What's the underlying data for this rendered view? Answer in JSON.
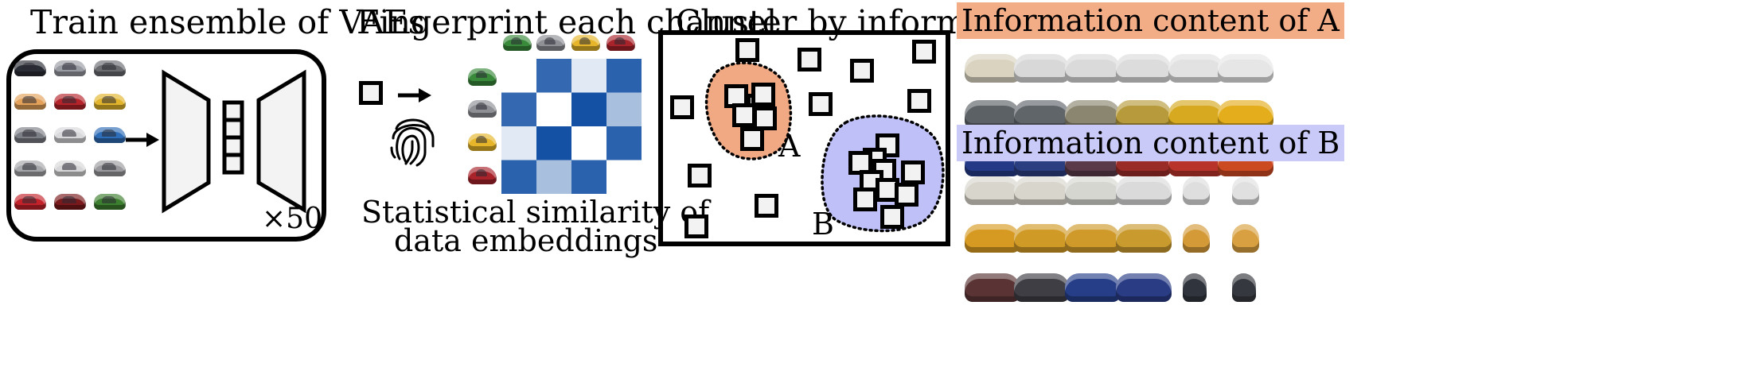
{
  "panel1": {
    "title": "Train ensemble of VAEs",
    "multiplier": "×50",
    "car_colors": [
      "#2a2d36",
      "#9a9ca4",
      "#6a6c70",
      "#e3a15a",
      "#b4242a",
      "#e2b52c",
      "#7d7f86",
      "#d9d9dc",
      "#2e6db8",
      "#a6a7aa",
      "#d7d7d9",
      "#9b9b9f",
      "#c4222a",
      "#7a1a1c",
      "#3c7f2f"
    ]
  },
  "panel2": {
    "title": "Fingerprint each channel",
    "caption_line1": "Statistical similarity of",
    "caption_line2": "data embeddings",
    "top_car_colors": [
      "#3a8a3c",
      "#8e9096",
      "#e6b52a",
      "#a8232a"
    ],
    "left_car_colors": [
      "#3a8a3c",
      "#8e9096",
      "#e6b52a",
      "#a8232a"
    ],
    "heatmap": [
      [
        0.0,
        0.82,
        0.12,
        0.86
      ],
      [
        0.82,
        0.0,
        0.95,
        0.35
      ],
      [
        0.12,
        0.95,
        0.0,
        0.86
      ],
      [
        0.86,
        0.35,
        0.86,
        0.0
      ]
    ]
  },
  "panel3": {
    "title": "Cluster by information",
    "cluster_a_label": "A",
    "cluster_b_label": "B",
    "cluster_a_color": "#f0a982",
    "cluster_b_color": "#bfc0f7"
  },
  "panel4": {
    "title_a": "Information content of A",
    "title_b": "Information content of B",
    "highlight_a": "#f2ad87",
    "highlight_b": "#c9caf7",
    "rows_a": [
      [
        "#d9d3c0",
        "#d8d8d8",
        "#dadada",
        "#dcdcdc",
        "#e2e2e2",
        "#e6e6e6"
      ],
      [
        "#5c6166",
        "#60656a",
        "#8a8670",
        "#b79a3c",
        "#d6a920",
        "#e3ad1c"
      ],
      [
        "#243a86",
        "#2b3e80",
        "#5a3a48",
        "#9a2c28",
        "#b8342a",
        "#cc4a22"
      ]
    ],
    "rows_b": [
      [
        "#d8d6cc",
        "#d8d6cc",
        "#d6d6d0",
        "#dadada",
        "#dedede",
        "#e0e0e0"
      ],
      [
        "#d69a22",
        "#d09a26",
        "#cf9a2a",
        "#c99a2e",
        "#d49a38",
        "#d8a040"
      ],
      [
        "#5a3434",
        "#3e3e44",
        "#263e88",
        "#2a3c84",
        "#30343c",
        "#35383e"
      ]
    ]
  }
}
